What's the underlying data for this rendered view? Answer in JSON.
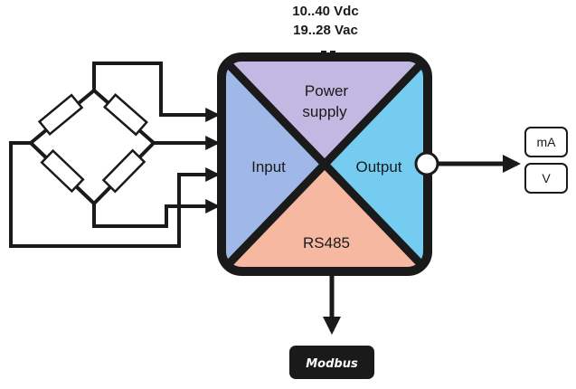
{
  "power_supply": {
    "line1": "10..40 Vdc",
    "line2": "19..28 Vac"
  },
  "module": {
    "top_label_line1": "Power",
    "top_label_line2": "supply",
    "left_label": "Input",
    "right_label": "Output",
    "bottom_label": "RS485"
  },
  "outputs": [
    "mA",
    "V"
  ],
  "bus": {
    "label": "Modbus"
  },
  "colors": {
    "power_supply": "#c3b8e2",
    "input": "#9fb8e8",
    "output": "#74cdf0",
    "rs485": "#f7b8a1",
    "frame": "#1a1a1a"
  }
}
